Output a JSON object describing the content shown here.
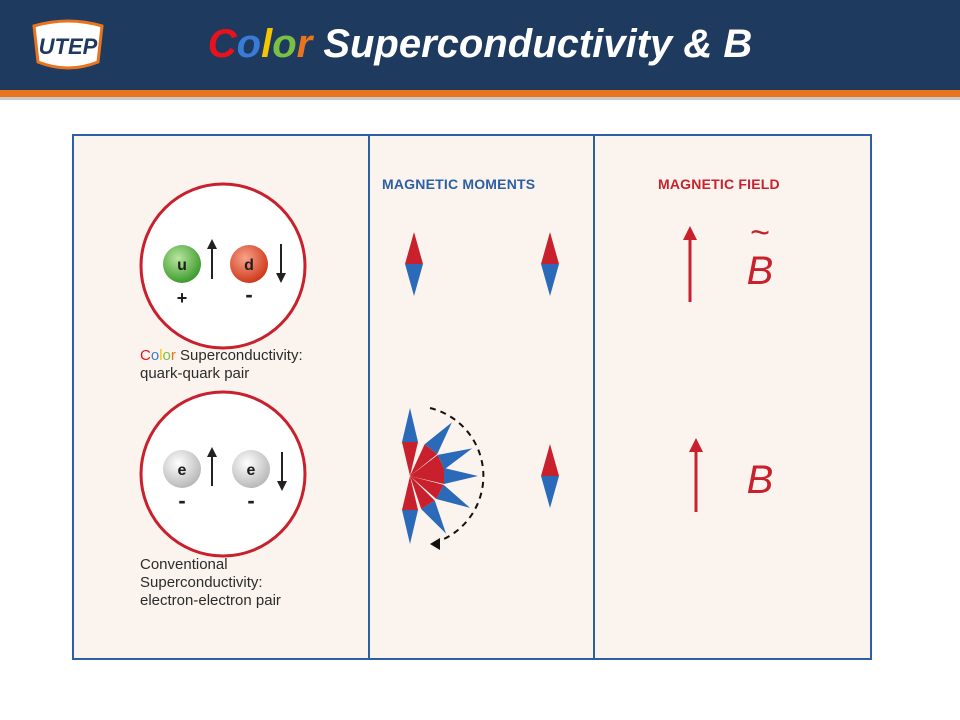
{
  "header": {
    "logo_text": "UTEP",
    "title_color_word": [
      "C",
      "o",
      "l",
      "o",
      "r"
    ],
    "title_rest": " Superconductivity & B"
  },
  "panel_left": {
    "pair1": {
      "quark_u": "u",
      "quark_d": "d",
      "charge_u": "+",
      "charge_d": "-",
      "caption_color_word": [
        "C",
        "o",
        "l",
        "o",
        "r"
      ],
      "caption_line1_rest": " Superconductivity:",
      "caption_line2": "quark-quark pair"
    },
    "pair2": {
      "electron1": "e",
      "electron2": "e",
      "charge1": "-",
      "charge2": "-",
      "caption_lines": [
        "Conventional",
        "Superconductivity:",
        "electron-electron pair"
      ]
    }
  },
  "panel_middle": {
    "heading": "MAGNETIC MOMENTS",
    "heading_color": "#2d5fa3"
  },
  "panel_right": {
    "heading": "MAGNETIC FIELD",
    "heading_color": "#c8202c",
    "field_top": "B",
    "field_top_accent": "~",
    "field_bottom": "B"
  },
  "colors": {
    "header_bg": "#1e3a5e",
    "header_stripe": "#e8741e",
    "frame_border": "#2d5fa3",
    "panel_bg": "#fbf4ee",
    "red": "#c8202c",
    "blue": "#2a6ab8"
  }
}
